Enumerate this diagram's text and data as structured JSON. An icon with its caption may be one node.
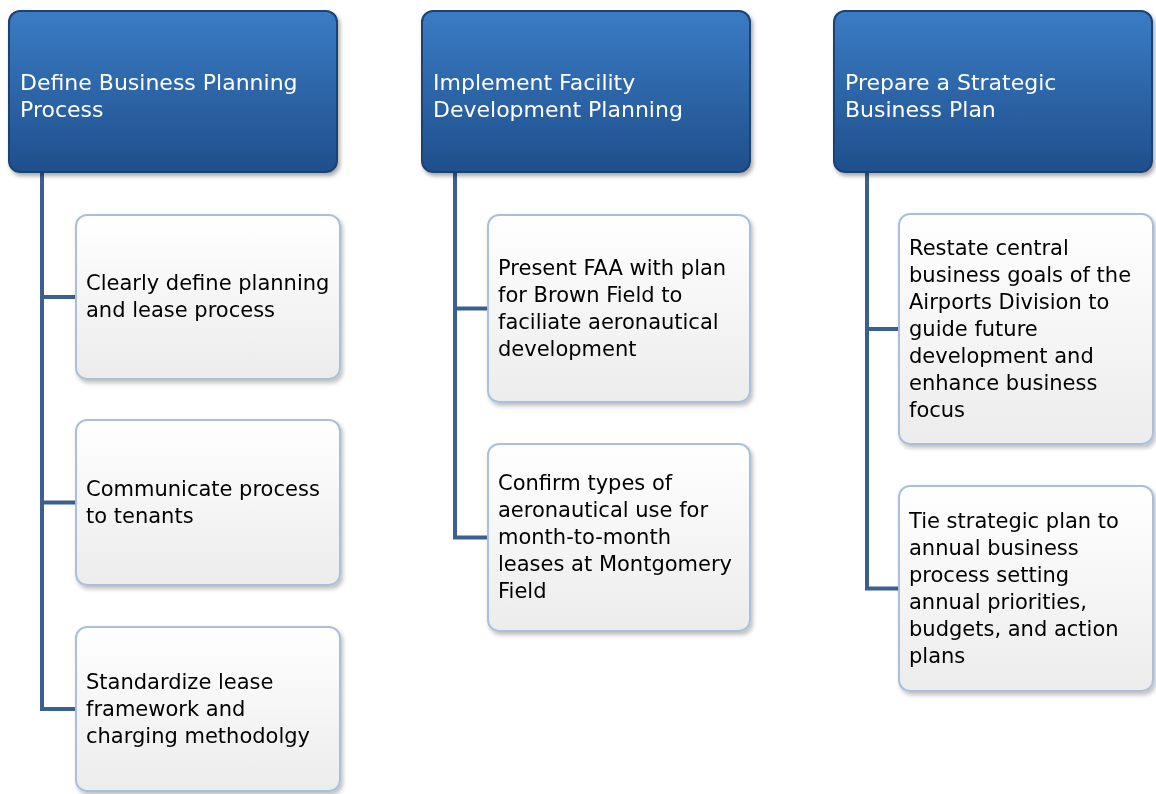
{
  "diagram": {
    "nodes": [
      {
        "text": [
          "Define Business Planning Process"
        ]
      },
      {
        "text": [
          "Clearly define planning and lease process"
        ]
      },
      {
        "text": [
          "Communicate process to tenants"
        ]
      },
      {
        "text": [
          "Standardize lease framework and charging methodolgy"
        ]
      },
      {
        "text": [
          "Implement Facility Development Planning"
        ]
      },
      {
        "text": [
          "Present FAA with plan for Brown Field to faciliate aeronautical development"
        ]
      },
      {
        "text": [
          "Confirm types of aeronautical use for month-to-month leases at Montgomery Field"
        ]
      },
      {
        "text": [
          "Prepare a Strategic Business Plan"
        ]
      },
      {
        "text": [
          "Restate central business goals of the Airports Division to guide future development and enhance business focus"
        ]
      },
      {
        "text": [
          "Tie strategic plan to annual business process setting annual priorities, budgets, and action plans"
        ]
      }
    ],
    "edges": [
      {
        "from": 0,
        "to": 1,
        "arrow": "none"
      },
      {
        "from": 0,
        "to": 2,
        "arrow": "none"
      },
      {
        "from": 0,
        "to": 3,
        "arrow": "none"
      },
      {
        "from": 4,
        "to": 5,
        "arrow": "none"
      },
      {
        "from": 4,
        "to": 6,
        "arrow": "none"
      },
      {
        "from": 7,
        "to": 8,
        "arrow": "none"
      },
      {
        "from": 7,
        "to": 9,
        "arrow": "none"
      }
    ]
  }
}
